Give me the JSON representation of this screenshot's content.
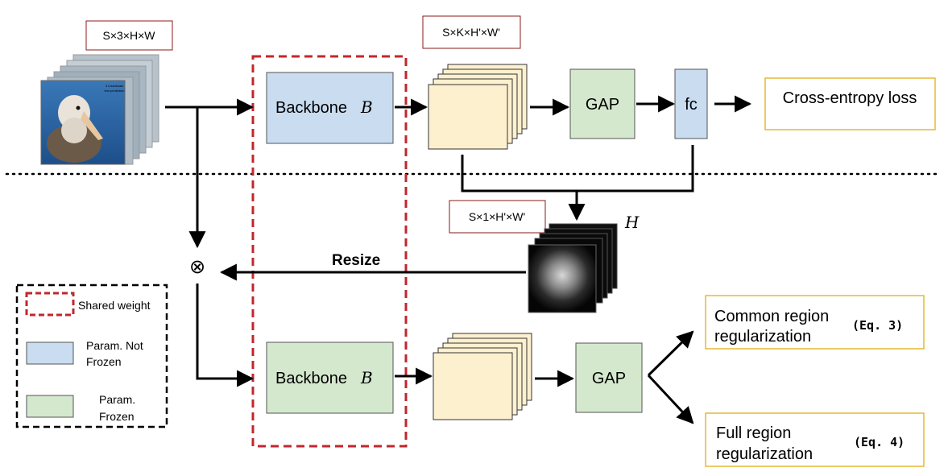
{
  "colors": {
    "shared_dash": "#c0272d",
    "not_frozen": "#c9dcf0",
    "frozen": "#d4e8cd",
    "feature": "#fdf0cf",
    "output_border": "#e0a800",
    "shape_border": "#8b1a1a",
    "arrow": "#000000"
  },
  "shapes": {
    "input": "S×3×H×W",
    "features": "S×K×H'×W'",
    "heatmap": "S×1×H'×W'"
  },
  "blocks": {
    "backbone_top": "Backbone",
    "backbone_bottom": "Backbone",
    "backbone_symbol": "B",
    "gap_top": "GAP",
    "gap_bottom": "GAP",
    "fc": "fc",
    "heatmap_symbol": "H",
    "multiply": "⊗",
    "resize": "Resize"
  },
  "outputs": {
    "ce_loss": "Cross-entropy loss",
    "common_line1": "Common region",
    "common_line2": "regularization",
    "common_eq": "(Eq. 3)",
    "full_line1": "Full region",
    "full_line2": "regularization",
    "full_eq": "(Eq. 4)"
  },
  "image_caption": {
    "line1": "3 Lizardclaw",
    "line2": "test prediction"
  },
  "legend": {
    "shared": "Shared weight",
    "not_frozen_line1": "Param. Not",
    "not_frozen_line2": "Frozen",
    "frozen_line1": "Param.",
    "frozen_line2": "Frozen"
  }
}
